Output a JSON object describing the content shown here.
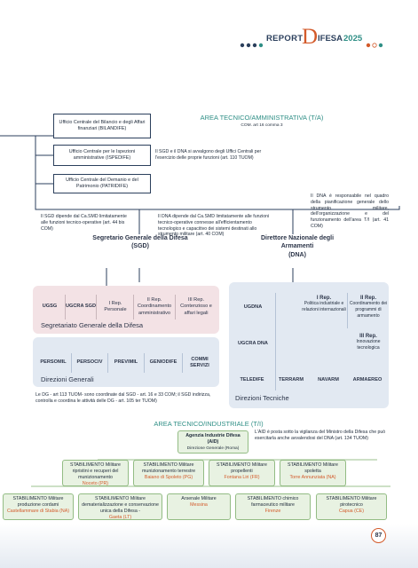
{
  "header": {
    "report": "REPORT",
    "d": "D",
    "rest": "IFESA",
    "year": "2025"
  },
  "top_boxes": [
    "Ufficio Centrale del Bilancio e degli Affari finanziari (BILANDIFE)",
    "Ufficio Centrale per le Ispezioni amministrative (ISPEDIFE)",
    "Ufficio Centrale del Demanio e del Patrimonio (PATRIDIFE)"
  ],
  "area_tecnico_amm": {
    "title": "AREA TECNICO/AMMINISTRATIVA (T/A)",
    "ref": "COM. art 16 comma 3"
  },
  "notes": {
    "sgd_dna_uffici": "Il SGD e il DNA si avvalgono degli Uffici Centrali per l'esercizio delle proprie funzioni (art. 110 TUOM)",
    "sgd": "Il SGD dipende dal Ca.SMD limitatamente alle funzioni tecnico-operative (art. 44 bis COM)",
    "dna_dep": "Il DNA dipende dal Ca.SMD limitatamente alle funzioni tecnico-operative connesse all'efficientamento tecnologico e capacitivo dei sistemi destinati allo strumento militare (art. 40 COM)",
    "dna_resp": "Il DNA è responsabile nel quadro della pianificazione generale dello strumento militare, dell'organizzazione e del funzionamento dell'area T/I (art. 41 COM)",
    "dg": "Le DG - art 113 TUOM- sono coordinate dal SGD - art. 16 e 33 COM; il SGD indirizza, controlla e coordina le attività delle DG - art. 105 ter TUOM)",
    "aid": "L'AID è posta sotto la vigilanza del Ministro della Difesa che può esercitarla anche avvalendosi del DNA (art. 134 TUOM)"
  },
  "sgd": {
    "title": "Segretario Generale della Difesa",
    "abbr": "(SGD)"
  },
  "dna": {
    "title": "Direttore Nazionale degli Armamenti",
    "abbr": "(DNA)"
  },
  "segretariato": {
    "label": "Segretariato Generale della Difesa",
    "cells": [
      "UGSG",
      "UGCRA SGD",
      "I Rep. Personale",
      "II Rep. Coordinamento amministrativo",
      "III Rep. Contenzioso e affari legali"
    ]
  },
  "direzioni_generali": {
    "label": "Direzioni Generali",
    "cells": [
      "PERSOMIL",
      "PERSOCIV",
      "PREVIMIL",
      "GENIODIFE",
      "COMMI SERVIZI"
    ]
  },
  "dna_block": {
    "ugdna": "UGDNA",
    "rep1_title": "I Rep.",
    "rep1_desc": "Politica industriale e relazioni internazionali",
    "rep2_title": "II Rep.",
    "rep2_desc": "Coordinamento dei programmi di armamento",
    "ugcra": "UGCRA DNA",
    "rep3_title": "III Rep.",
    "rep3_desc": "Innovazione tecnologica"
  },
  "direzioni_tecniche": {
    "label": "Direzioni Tecniche",
    "cells": [
      "TELEDIFE",
      "TERRARM",
      "NAVARM",
      "ARMAEREO"
    ]
  },
  "area_tecnico_ind": {
    "title": "AREA TECNICO/INDUSTRIALE (T/I)",
    "aid_title": "Agenzia Industrie Difesa (AID)",
    "aid_sub": "Direzione Generale (Roma)"
  },
  "stabilimenti_row1": [
    {
      "name": "STABILIMENTO Militare ripristini e recuperi del munizionamento",
      "place": "Noceto (PR)"
    },
    {
      "name": "STABILIMENTO Militare munizionamento terrestre",
      "place": "Baiano di Spoleto (PG)"
    },
    {
      "name": "STABILIMENTO Militare propellenti",
      "place": "Fontana Liri (FR)"
    },
    {
      "name": "STABILIMENTO Militare spoletta",
      "place": "Torre Annunziata (NA)"
    }
  ],
  "stabilimenti_row2": [
    {
      "name": "STABILIMENTO Militare produzione cordami",
      "place": "Castellammare di Stabia (NA)"
    },
    {
      "name": "STABILIMENTO Militare dematerializzazione e conservazione unica della Difesa -",
      "place": "Gaeta (LT)"
    },
    {
      "name": "Arsenale Militare",
      "place": "Messina"
    },
    {
      "name": "STABILIMENTO chimico farmaceutico militare",
      "place": "Firenze"
    },
    {
      "name": "STABILIMENTO Militare pirotecnico",
      "place": "Capua (CE)"
    }
  ],
  "page_number": "87",
  "colors": {
    "navy": "#2b3f5c",
    "orange": "#d35a2a",
    "teal": "#2f8f86",
    "pink_panel": "#f3e2e5",
    "blue_panel": "#e2e9f2",
    "green_box": "#e8f2e2"
  }
}
